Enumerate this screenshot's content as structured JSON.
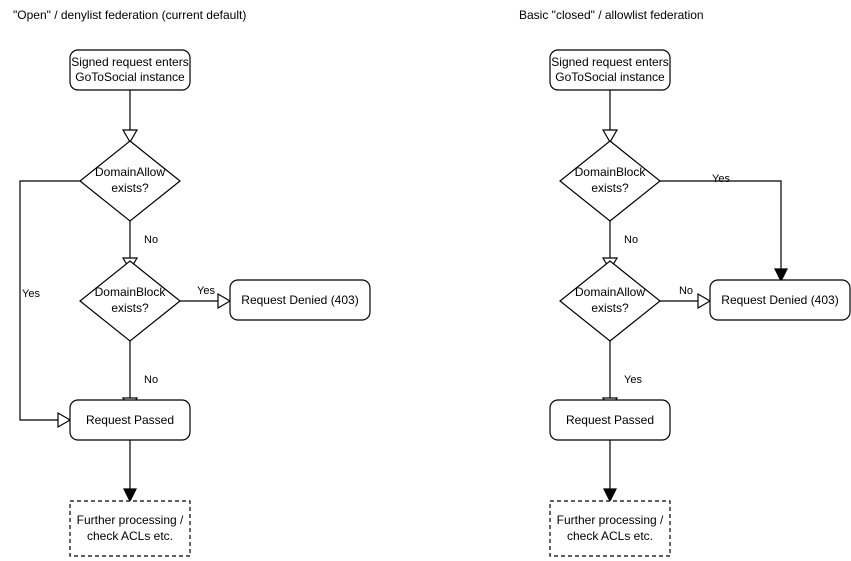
{
  "diagram": {
    "title_left": "\"Open\" / denylist federation (current default)",
    "title_right": "Basic \"closed\" / allowlist federation",
    "panels": [
      {
        "id": "denylist",
        "title": "\"Open\" / denylist federation (current default)",
        "nodes": {
          "start_line1": "Signed request enters",
          "start_line2": "GoToSocial instance",
          "decision1_line1": "DomainAllow",
          "decision1_line2": "exists?",
          "decision2_line1": "DomainBlock",
          "decision2_line2": "exists?",
          "denied": "Request Denied (403)",
          "passed": "Request Passed",
          "further_line1": "Further processing /",
          "further_line2": "check ACLs etc."
        },
        "edge_labels": {
          "allow_yes": "Yes",
          "allow_no": "No",
          "block_yes": "Yes",
          "block_no": "No"
        }
      },
      {
        "id": "allowlist",
        "title": "Basic \"closed\" / allowlist federation",
        "nodes": {
          "start_line1": "Signed request enters",
          "start_line2": "GoToSocial instance",
          "decision1_line1": "DomainBlock",
          "decision1_line2": "exists?",
          "decision2_line1": "DomainAllow",
          "decision2_line2": "exists?",
          "denied": "Request Denied (403)",
          "passed": "Request Passed",
          "further_line1": "Further processing /",
          "further_line2": "check ACLs etc."
        },
        "edge_labels": {
          "block_yes": "Yes",
          "block_no": "No",
          "allow_no": "No",
          "allow_yes": "Yes"
        }
      }
    ],
    "colors": {
      "stroke": "#000000",
      "fill": "#ffffff",
      "text": "#000000",
      "background": "#ffffff"
    }
  }
}
